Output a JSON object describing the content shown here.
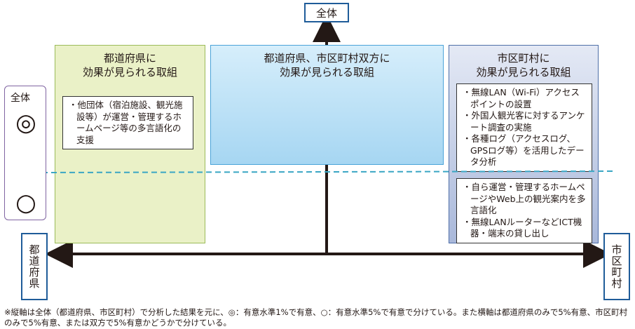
{
  "axis": {
    "top": "全体",
    "left": "都道府県",
    "right": "市区町村"
  },
  "legend": {
    "label": "全体",
    "symbol_high": "◎",
    "symbol_low": "○"
  },
  "columns": {
    "prefecture": {
      "title": "都道府県に\n効果が見られる取組",
      "items": [
        "他団体（宿泊施設、観光施設等）が運営・管理するホームページ等の多言語化の支援"
      ]
    },
    "both": {
      "title": "都道府県、市区町村双方に\n効果が見られる取組"
    },
    "municipality": {
      "title": "市区町村に\n効果が見られる取組",
      "items_high": [
        "無線LAN（Wi-Fi）アクセスポイントの設置",
        "外国人観光客に対するアンケート調査の実施",
        "各種ログ（アクセスログ、GPSログ等）を活用したデータ分析"
      ],
      "items_low": [
        "自ら運営・管理するホームページやWeb上の観光案内を多言語化",
        "無線LANルーターなどICT機器・端末の貸し出し"
      ]
    }
  },
  "footnote": "※縦軸は全体（都道府県、市区町村）で分析した結果を元に、◎：有意水準1%で有意、○：有意水準5%で有意で分けている。また横軸は都道府県のみで5%有意、市区町村のみで5%有意、または双方で5%有意かどうかで分けている。",
  "colors": {
    "axis_box": "#1f5c99",
    "prefecture_fill": "#eaf1c7",
    "both_fill": "#a6d6f2",
    "municipality_fill": "#a9b8da",
    "dashed_line": "#3aa6c4",
    "legend_border": "#8064a2"
  }
}
